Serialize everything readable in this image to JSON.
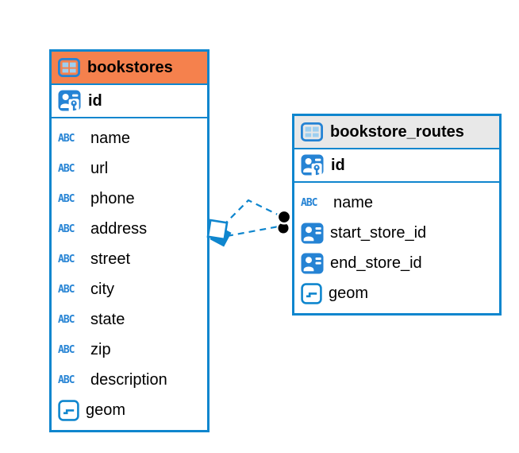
{
  "diagram": {
    "colors": {
      "accent": "#0F86CE",
      "icon_blue": "#2583D4",
      "icon_light_blue": "#9ECFF0",
      "bookstores_header": "#F5814D",
      "bookstore_routes_header": "#E8E8E8",
      "text": "#000000",
      "relationship_line": "#0F86CE",
      "endpoint_dot": "#000000"
    },
    "tables": [
      {
        "title": "bookstores",
        "header_color": "#F5814D",
        "header_icon": "table-grid-icon",
        "primary_key": {
          "name": "id",
          "icon": "primary-key-icon"
        },
        "columns": [
          {
            "name": "name",
            "icon": "text-column-icon"
          },
          {
            "name": "url",
            "icon": "text-column-icon"
          },
          {
            "name": "phone",
            "icon": "text-column-icon"
          },
          {
            "name": "address",
            "icon": "text-column-icon"
          },
          {
            "name": "street",
            "icon": "text-column-icon"
          },
          {
            "name": "city",
            "icon": "text-column-icon"
          },
          {
            "name": "state",
            "icon": "text-column-icon"
          },
          {
            "name": "zip",
            "icon": "text-column-icon"
          },
          {
            "name": "description",
            "icon": "text-column-icon"
          },
          {
            "name": "geom",
            "icon": "geometry-column-icon"
          }
        ]
      },
      {
        "title": "bookstore_routes",
        "header_color": "#E8E8E8",
        "header_icon": "table-grid-icon",
        "primary_key": {
          "name": "id",
          "icon": "primary-key-icon"
        },
        "columns": [
          {
            "name": "name",
            "icon": "text-column-icon"
          },
          {
            "name": "start_store_id",
            "icon": "foreign-key-icon"
          },
          {
            "name": "end_store_id",
            "icon": "foreign-key-icon"
          },
          {
            "name": "geom",
            "icon": "geometry-column-icon"
          }
        ]
      }
    ],
    "relationships": [
      {
        "from_table": "bookstores",
        "to_table": "bookstore_routes",
        "style": "dashed",
        "from_marker": "diamond",
        "to_marker": "dot"
      },
      {
        "from_table": "bookstores",
        "to_table": "bookstore_routes",
        "style": "dashed",
        "from_marker": "diamond",
        "to_marker": "dot"
      }
    ]
  }
}
